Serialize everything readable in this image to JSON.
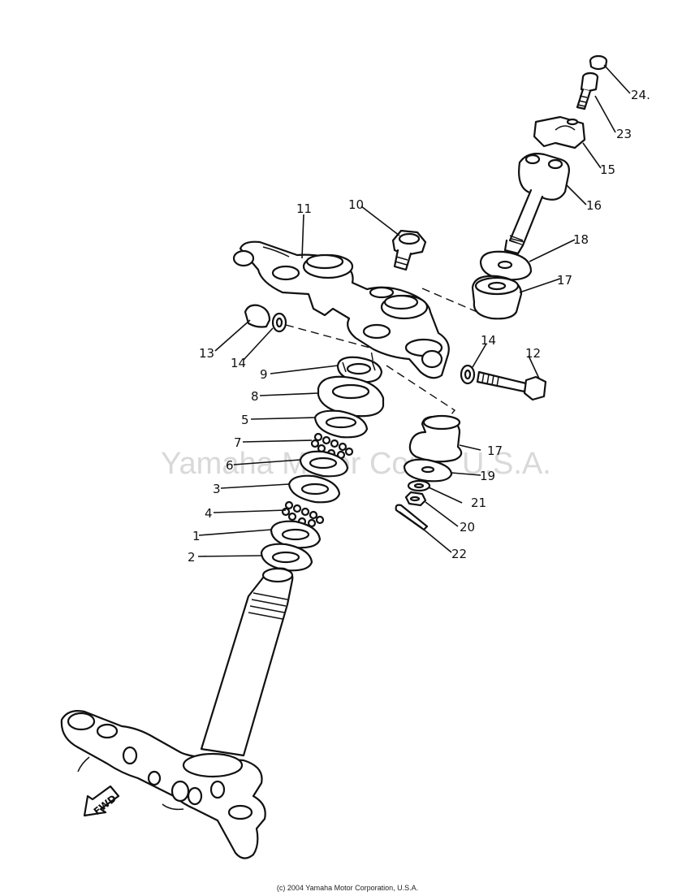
{
  "watermark": "Yamaha Motor Corp., U.S.A.",
  "copyright": "(c) 2004 Yamaha Motor Corporation, U.S.A.",
  "fwd_label": "FWD",
  "callouts": {
    "c1": "1",
    "c2": "2",
    "c3": "3",
    "c4": "4",
    "c5": "5",
    "c6": "6",
    "c7": "7",
    "c8": "8",
    "c9": "9",
    "c10": "10",
    "c11": "11",
    "c12": "12",
    "c13": "13",
    "c14a": "14",
    "c14b": "14",
    "c15": "15",
    "c16": "16",
    "c17a": "17",
    "c17b": "17",
    "c18": "18",
    "c19": "19",
    "c20": "20",
    "c21": "21",
    "c22": "22",
    "c23": "23",
    "c24": "24."
  }
}
